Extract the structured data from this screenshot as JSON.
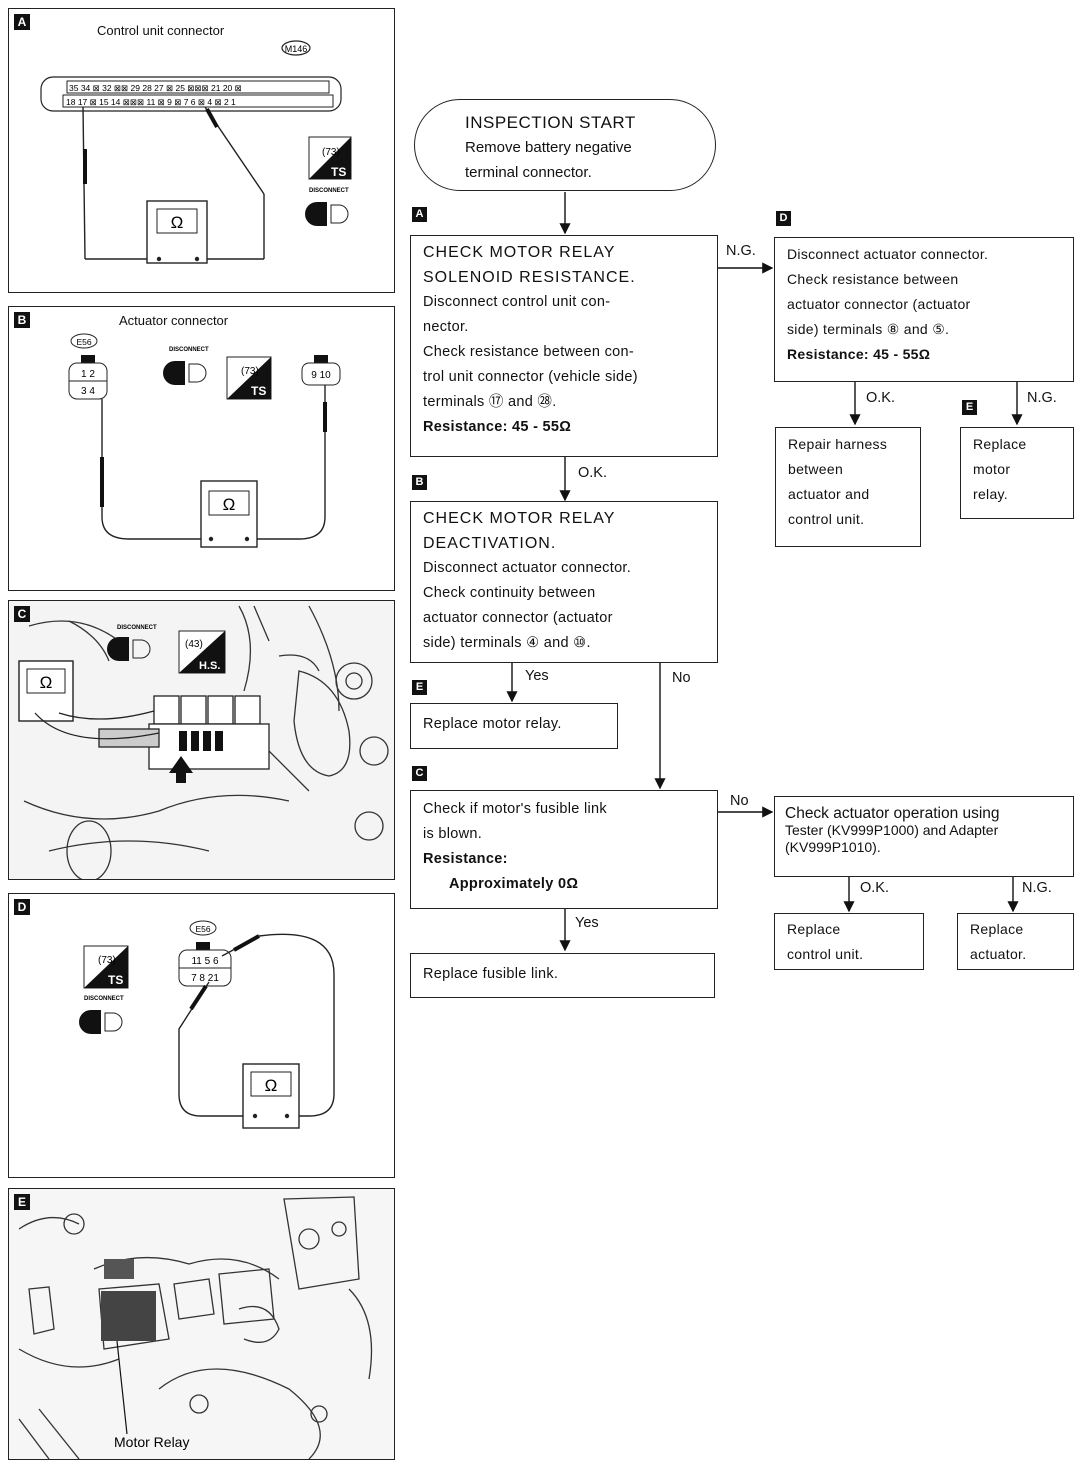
{
  "panels": {
    "a": {
      "badge": "A",
      "title": "Control unit connector",
      "connector_code": "M146",
      "top_pins": "35 34 ⊠ 32 ⊠⊠ 29 28 27 ⊠ 25 ⊠⊠⊠ 21 20 ⊠",
      "bottom_pins": "18 17 ⊠ 15 14 ⊠⊠⊠ 11 ⊠ 9 ⊠ 7 6 ⊠ 4 ⊠ 2 1",
      "ohm": "Ω",
      "ts_code": "(73)",
      "ts_label": "TS",
      "disconnect_label": "DISCONNECT"
    },
    "b": {
      "badge": "B",
      "title": "Actuator connector",
      "connector_code": "E56",
      "pins_left_top": "1  2",
      "pins_left_bottom": "3  4",
      "pins_right": "9 10",
      "ohm": "Ω",
      "ts_code": "(73)",
      "ts_label": "TS",
      "disconnect_label": "DISCONNECT"
    },
    "c": {
      "badge": "C",
      "ohm": "Ω",
      "hs_code": "(43)",
      "hs_label": "H.S.",
      "disconnect_label": "DISCONNECT"
    },
    "d": {
      "badge": "D",
      "connector_code": "E56",
      "pins_row1": "11 5 6",
      "pins_row2": "7 8 21",
      "ohm": "Ω",
      "ts_code": "(73)",
      "ts_label": "TS",
      "disconnect_label": "DISCONNECT"
    },
    "e": {
      "badge": "E",
      "caption": "Motor Relay"
    }
  },
  "flow": {
    "start": {
      "line1": "INSPECTION START",
      "line2": "Remove battery negative",
      "line3": "terminal connector."
    },
    "box_a": {
      "badge": "A",
      "lines": [
        "CHECK MOTOR RELAY",
        "SOLENOID RESISTANCE.",
        "Disconnect control unit con-",
        "nector.",
        "Check resistance between con-",
        "trol unit connector (vehicle side)",
        "terminals ⑰ and ㉘.",
        "Resistance:  45 - 55Ω"
      ]
    },
    "box_b": {
      "badge": "B",
      "lines": [
        "CHECK MOTOR RELAY",
        "DEACTIVATION.",
        "Disconnect actuator connector.",
        "Check continuity between",
        "actuator connector (actuator",
        "side) terminals ④ and ⑩."
      ]
    },
    "box_e1": {
      "badge": "E",
      "text": "Replace motor relay."
    },
    "box_c": {
      "badge": "C",
      "lines": [
        "Check if motor's fusible link",
        "is blown.",
        "Resistance:",
        "Approximately 0Ω"
      ]
    },
    "box_fuse": {
      "text": "Replace fusible link."
    },
    "box_d": {
      "badge": "D",
      "lines": [
        "Disconnect actuator connector.",
        "Check resistance between",
        "actuator connector (actuator",
        "side) terminals ⑧ and ⑤.",
        "Resistance:  45 - 55Ω"
      ]
    },
    "box_harness": {
      "lines": [
        "Repair harness",
        "between",
        "actuator and",
        "control unit."
      ]
    },
    "box_e2": {
      "badge": "E",
      "lines": [
        "Replace",
        "motor",
        "relay."
      ]
    },
    "box_tester": {
      "lines": [
        "Check actuator operation using",
        "Tester (KV999P1000) and Adapter",
        "(KV999P1010)."
      ]
    },
    "box_cu": {
      "lines": [
        "Replace",
        "control unit."
      ]
    },
    "box_act": {
      "lines": [
        "Replace",
        "actuator."
      ]
    },
    "labels": {
      "ng1": "N.G.",
      "ok1": "O.K.",
      "yes1": "Yes",
      "no1": "No",
      "no2": "No",
      "yes2": "Yes",
      "ok2": "O.K.",
      "ng2": "N.G.",
      "ok3": "O.K.",
      "ng3": "N.G."
    }
  }
}
